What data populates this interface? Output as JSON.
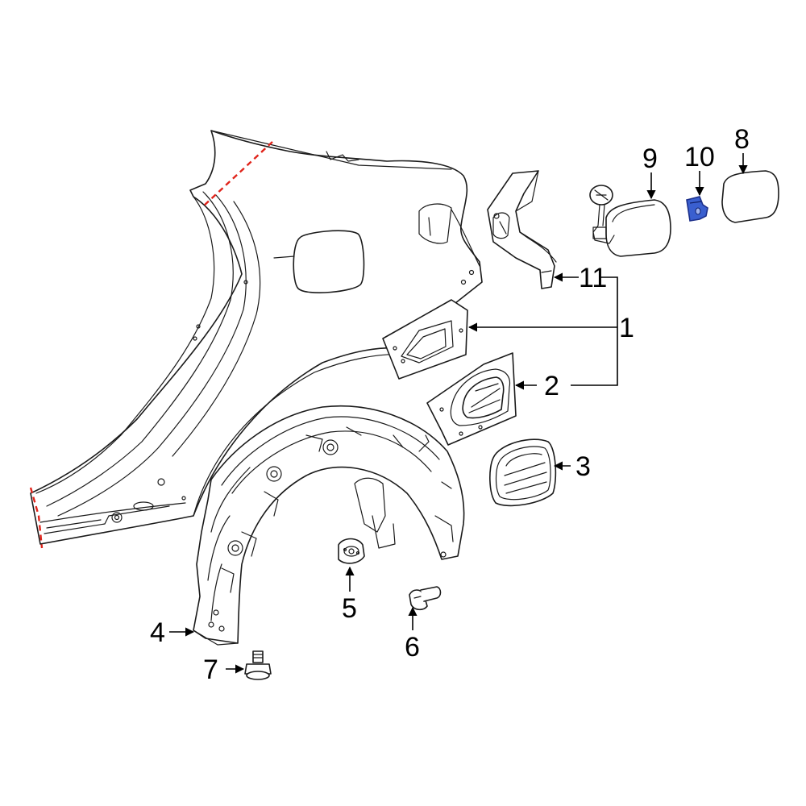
{
  "callouts": {
    "c1": "1",
    "c2": "2",
    "c3": "3",
    "c4": "4",
    "c5": "5",
    "c6": "6",
    "c7": "7",
    "c8": "8",
    "c9": "9",
    "c10": "10",
    "c11": "11"
  },
  "colors": {
    "line_art": "#1a1a1a",
    "cut_line": "#e0241b",
    "highlight_fill": "#3a5fcf",
    "highlight_stroke": "#1c2f8a"
  },
  "highlighted_part": "10"
}
